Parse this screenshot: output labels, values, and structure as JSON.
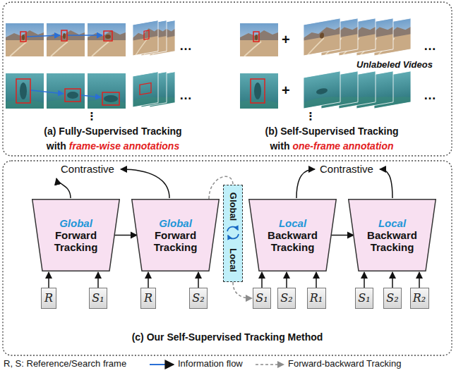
{
  "diagram": {
    "nodes": [
      {
        "text": [
          "Global",
          "Forward Tracking"
        ]
      },
      {
        "text": [
          "Global",
          "Forward Tracking"
        ]
      },
      {
        "text": [
          "Global",
          "Local"
        ]
      },
      {
        "text": [
          "Local",
          "Backward Tracking"
        ]
      },
      {
        "text": [
          "Local",
          "Backward Tracking"
        ]
      },
      {
        "text": [
          "R"
        ]
      },
      {
        "text": [
          "S₁"
        ]
      },
      {
        "text": [
          "R"
        ]
      },
      {
        "text": [
          "S₂"
        ]
      },
      {
        "text": [
          "S₁"
        ]
      },
      {
        "text": [
          "S₂"
        ]
      },
      {
        "text": [
          "R₁"
        ]
      },
      {
        "text": [
          "S₁"
        ]
      },
      {
        "text": [
          "S₂"
        ]
      },
      {
        "text": [
          "R₂"
        ]
      }
    ],
    "edges": [
      {
        "from": 5,
        "to": 0,
        "arrow": "to"
      },
      {
        "from": 6,
        "to": 0,
        "arrow": "to"
      },
      {
        "from": 7,
        "to": 1,
        "arrow": "to"
      },
      {
        "from": 8,
        "to": 1,
        "arrow": "to"
      },
      {
        "from": 9,
        "to": 3,
        "arrow": "to"
      },
      {
        "from": 10,
        "to": 3,
        "arrow": "to"
      },
      {
        "from": 11,
        "to": 3,
        "arrow": "to"
      },
      {
        "from": 12,
        "to": 4,
        "arrow": "to"
      },
      {
        "from": 13,
        "to": 4,
        "arrow": "to"
      },
      {
        "from": 14,
        "to": 4,
        "arrow": "to"
      },
      {
        "from": 0,
        "to": 1,
        "arrow": "to"
      },
      {
        "from": 3,
        "to": 4,
        "arrow": "to"
      },
      {
        "from": 1,
        "to": 2,
        "arrow": "none"
      },
      {
        "from": 2,
        "to": 9,
        "arrow": "to"
      }
    ],
    "labels": [
      "…",
      "+",
      "…",
      "Unlabeled Videos",
      "…",
      "+",
      "…",
      "⋮",
      "⋮",
      "(a) Fully-Supervised Tracking",
      "(b) Self-Supervised Tracking",
      "with",
      "frame-wise annotations",
      "with",
      "one-frame annotation",
      "Contrastive",
      "Contrastive",
      "(c) Our Self-Supervised Tracking Method",
      "R, S: Reference/Search frame"
    ],
    "legend": [
      {
        "text": "Information flow"
      },
      {
        "text": "Forward-backward Tracking"
      }
    ]
  }
}
